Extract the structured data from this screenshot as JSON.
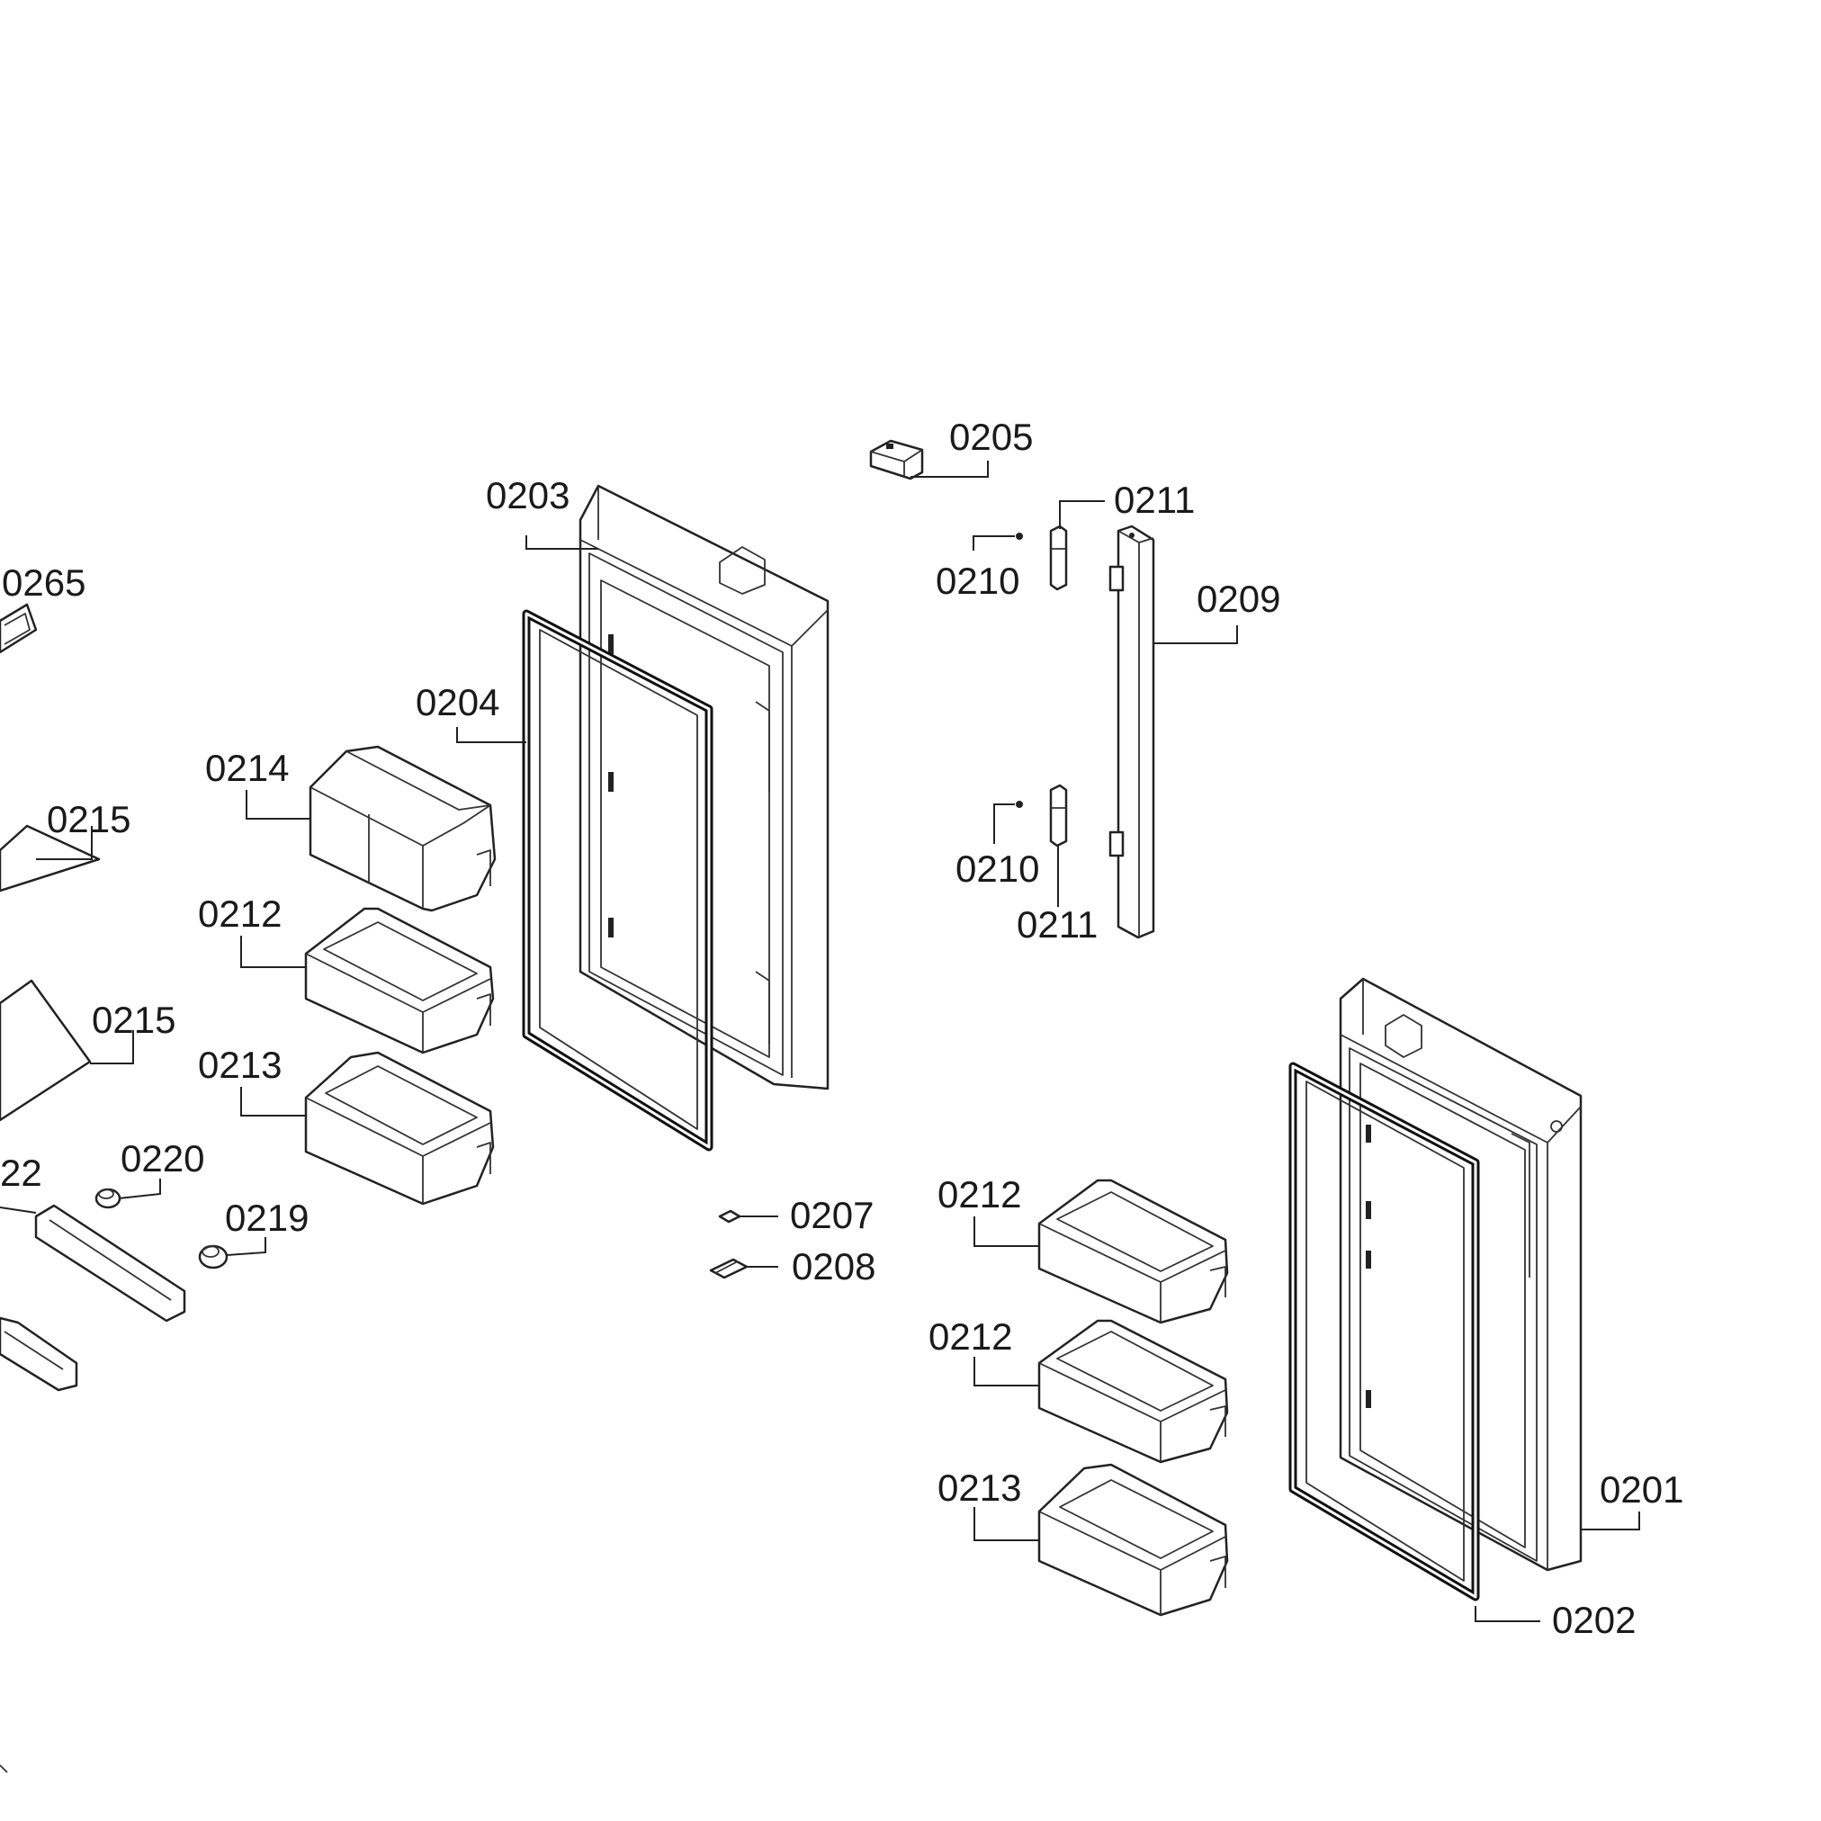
{
  "diagram": {
    "labels": {
      "l0265": "0265",
      "l0203": "0203",
      "l0204": "0204",
      "l0205": "0205",
      "l0211a": "0211",
      "l0210a": "0210",
      "l0209": "0209",
      "l0214": "0214",
      "l0215a": "0215",
      "l0212a": "0212",
      "l0215b": "0215",
      "l0213a": "0213",
      "l0210b": "0210",
      "l0211b": "0211",
      "l022": "22",
      "l0220": "0220",
      "l0219": "0219",
      "l0207": "0207",
      "l0208": "0208",
      "l0212b": "0212",
      "l0212c": "0212",
      "l0213b": "0213",
      "l0201": "0201",
      "l0202": "0202"
    }
  }
}
